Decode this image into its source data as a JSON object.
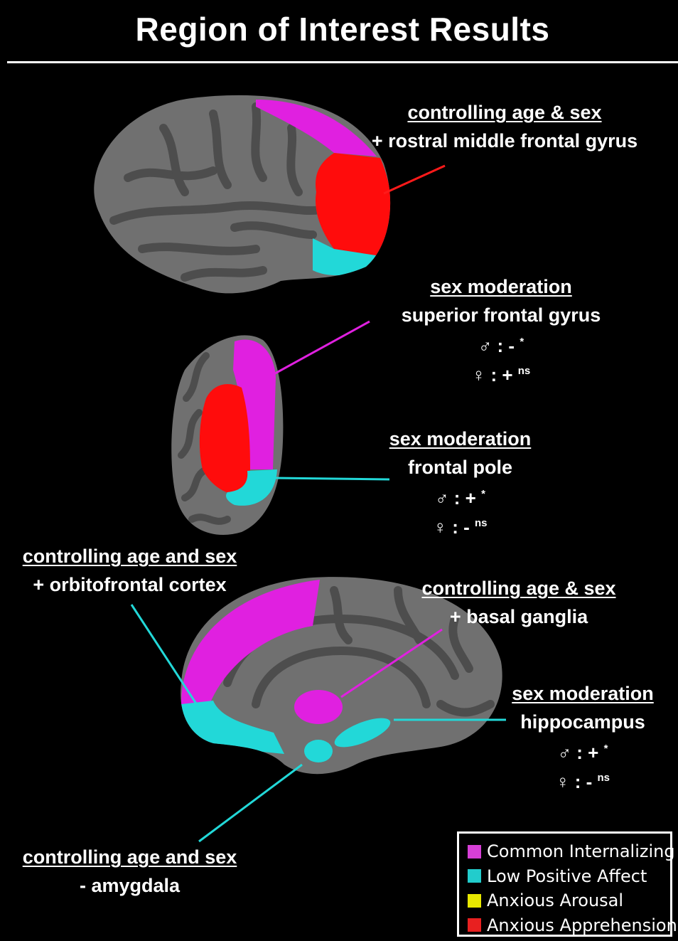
{
  "title": "Region of Interest Results",
  "annotations": [
    {
      "heading": "controlling age & sex",
      "lines": [
        "+ rostral middle frontal gyrus"
      ]
    },
    {
      "heading": "sex moderation",
      "lines": [
        "superior frontal gyrus"
      ],
      "male": {
        "sign": "-",
        "sig": "*"
      },
      "female": {
        "sign": "+",
        "sig": "ns"
      }
    },
    {
      "heading": "sex moderation",
      "lines": [
        "frontal pole"
      ],
      "male": {
        "sign": "+",
        "sig": "*"
      },
      "female": {
        "sign": "-",
        "sig": "ns"
      }
    },
    {
      "heading": "controlling age and sex",
      "lines": [
        "+ orbitofrontal cortex"
      ]
    },
    {
      "heading": "controlling age & sex",
      "lines": [
        "+ basal ganglia"
      ]
    },
    {
      "heading": "sex moderation",
      "lines": [
        "hippocampus"
      ],
      "male": {
        "sign": "+",
        "sig": "*"
      },
      "female": {
        "sign": "-",
        "sig": "ns"
      }
    },
    {
      "heading": "controlling age and sex",
      "lines": [
        "- amygdala"
      ]
    }
  ],
  "symbols": {
    "male": "♂",
    "female": "♀"
  },
  "legend": [
    {
      "label": "Common Internalizing",
      "color": "#d63fd6"
    },
    {
      "label": "Low Positive Affect",
      "color": "#22cccc"
    },
    {
      "label": "Anxious Arousal",
      "color": "#e8e800"
    },
    {
      "label": "Anxious Apprehension",
      "color": "#e82020"
    }
  ],
  "colors": {
    "brain_base": "#6e6e6e",
    "brain_sulci": "#4e4e4e",
    "magenta": "#e020e0",
    "cyan": "#22d8d8",
    "red": "#ff0c0c"
  }
}
